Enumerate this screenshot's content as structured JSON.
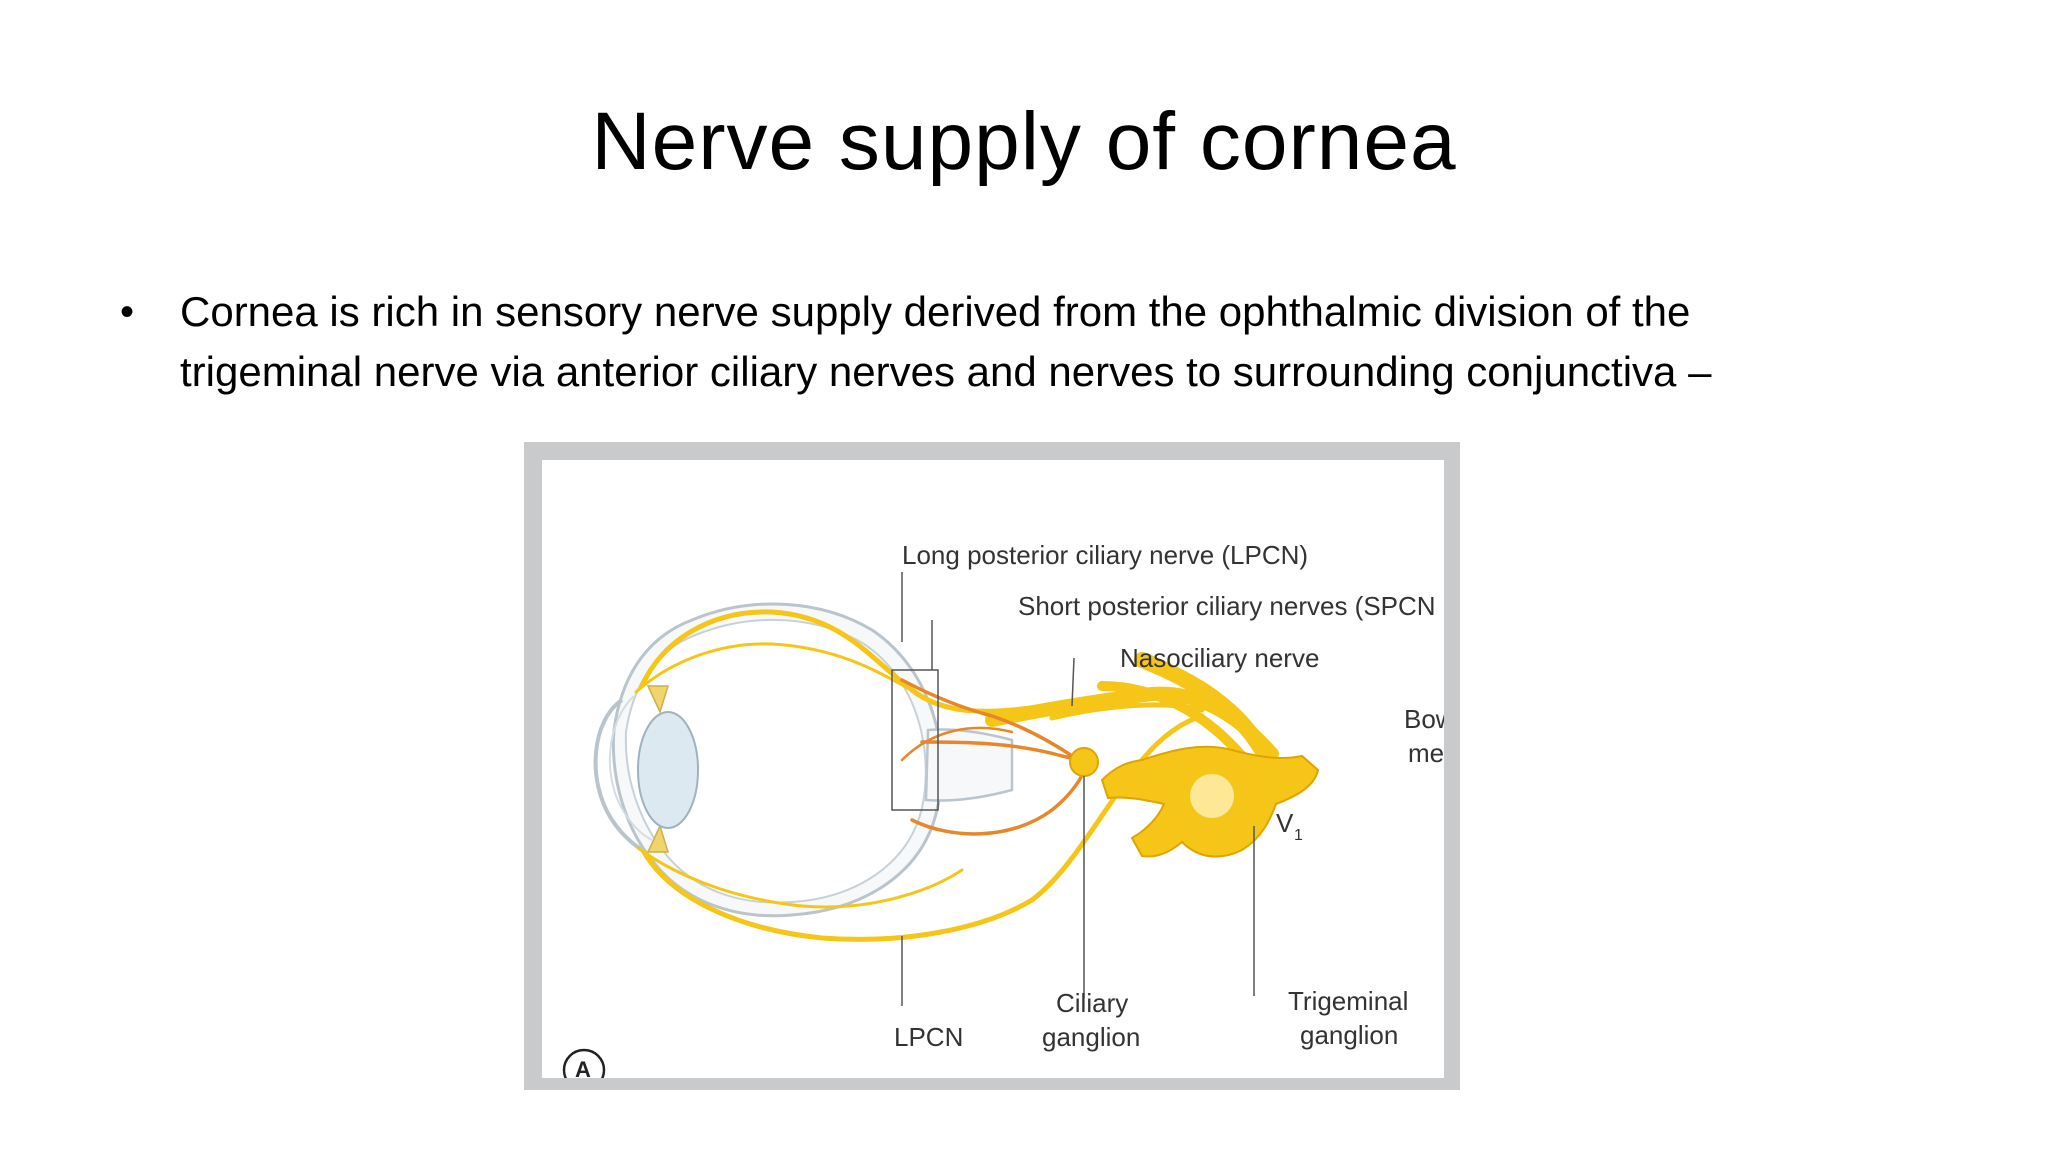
{
  "slide": {
    "title": "Nerve supply of cornea",
    "bullet_marker": "•",
    "bullet_lines": [
      "Cornea is rich in sensory nerve supply derived from the ophthalmic division of the",
      "trigeminal nerve via  anterior ciliary nerves and nerves to surrounding conjunctiva –"
    ]
  },
  "figure": {
    "labels": {
      "lpcn_long": "Long posterior ciliary nerve (LPCN)",
      "spcn": "Short posterior ciliary nerves (SPCN",
      "nasociliary": "Nasociliary nerve",
      "bow_1": "Bow",
      "bow_2": "mer",
      "v1": "V",
      "v1_sub": "1",
      "lpcn": "LPCN",
      "ciliary_1": "Ciliary",
      "ciliary_2": "ganglion",
      "trigeminal_1": "Trigeminal",
      "trigeminal_2": "ganglion",
      "panel": "A"
    },
    "colors": {
      "nerve_yellow": "#f5c518",
      "nerve_orange": "#e8862a",
      "sclera_outline": "#b9c4cc",
      "lens_fill": "#dde9f1",
      "frame": "#c9cacc"
    }
  }
}
